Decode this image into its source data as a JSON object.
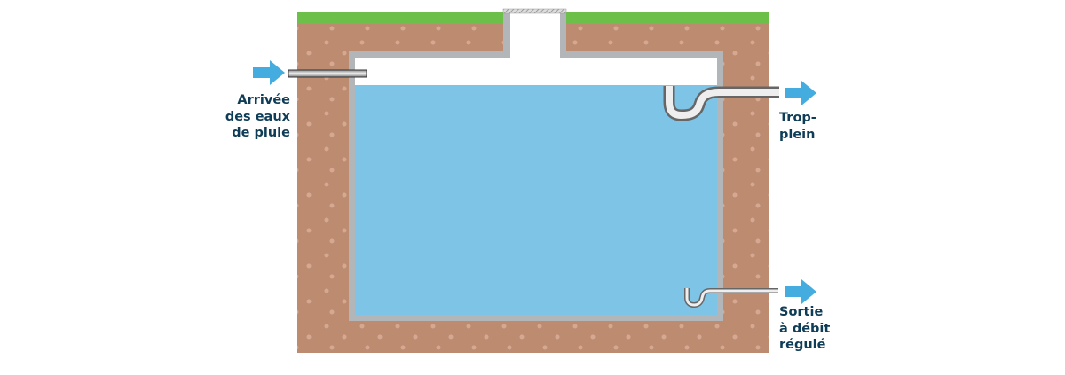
{
  "labels": {
    "inlet": [
      "Arrivée",
      "des eaux",
      "de pluie"
    ],
    "overflow": [
      "Trop-",
      "plein"
    ],
    "outlet": [
      "Sortie",
      "à débit",
      "régulé"
    ]
  },
  "colors": {
    "soil": "#bd8b70",
    "soil_dots": "#d6a892",
    "grass": "#6cc04a",
    "wall": "#b3b6b8",
    "water": "#7dc4e6",
    "arrow": "#45acdf",
    "text": "#0f3d57"
  },
  "icons": [
    "arrow-right-icon"
  ]
}
